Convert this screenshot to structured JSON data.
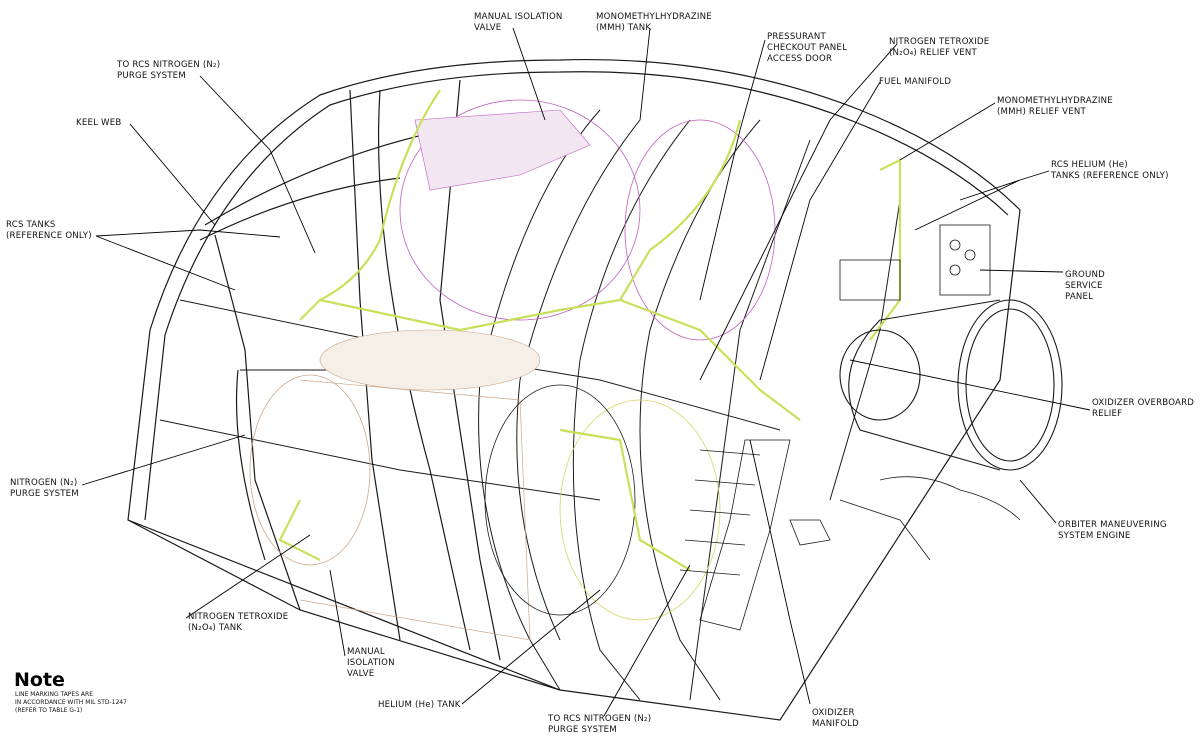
{
  "labels": {
    "manual_isolation_valve_top": "MANUAL ISOLATION\nVALVE",
    "mmh_tank": "MONOMETHYLHYDRAZINE\n(MMH) TANK",
    "pressurant_panel": "PRESSURANT\nCHECKOUT PANEL\nACCESS DOOR",
    "n2o4_relief_vent": "NITROGEN TETROXIDE\n(N₂O₄) RELIEF VENT",
    "fuel_manifold": "FUEL MANIFOLD",
    "mmh_relief_vent": "MONOMETHYLHYDRAZINE\n(MMH) RELIEF VENT",
    "rcs_helium_tanks": "RCS HELIUM (He)\nTANKS (REFERENCE ONLY)",
    "ground_service_panel": "GROUND\nSERVICE\nPANEL",
    "oxidizer_overboard_relief": "OXIDIZER OVERBOARD\nRELIEF",
    "oms_engine": "ORBITER MANEUVERING\nSYSTEM ENGINE",
    "oxidizer_manifold": "OXIDIZER\nMANIFOLD",
    "rcs_n2_purge_bottom": "TO RCS NITROGEN (N₂)\nPURGE SYSTEM",
    "helium_tank": "HELIUM (He) TANK",
    "manual_isolation_valve_bottom": "MANUAL\nISOLATION\nVALVE",
    "n2o4_tank": "NITROGEN TETROXIDE\n(N₂O₄) TANK",
    "n2_purge_system": "NITROGEN (N₂)\nPURGE SYSTEM",
    "rcs_tanks": "RCS TANKS\n(REFERENCE ONLY)",
    "keel_web": "KEEL WEB",
    "rcs_n2_purge_top": "TO RCS NITROGEN (N₂)\nPURGE SYSTEM"
  },
  "note": {
    "title": "Note",
    "body": "LINE MARKING TAPES ARE\nIN ACCORDANCE WITH MIL STD-1247\n(REFER TO TABLE G-1)"
  },
  "colors": {
    "line": "#1a1a1a",
    "fuel_line": "#c8e05a",
    "mmh_tank": "#c060c0",
    "n2o4_tank": "#c9a88a",
    "helium_tank": "#d6d66a"
  }
}
